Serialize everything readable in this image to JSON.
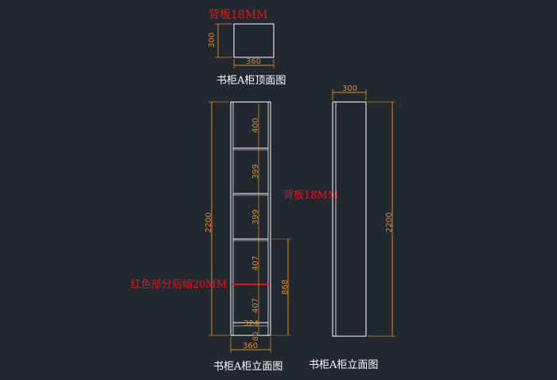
{
  "annotations": {
    "top_back_panel": "背板18MM",
    "front_back_panel": "背板18MM",
    "red_inset": "红色部分后缩20MM"
  },
  "titles": {
    "top_view": "书柜A柜顶面图",
    "front_view": "书柜A柜立面图",
    "side_view": "书柜A柜立面图"
  },
  "dimensions": {
    "top_depth": "300",
    "top_width": "360",
    "front_total_height": "2200",
    "front_width": "360",
    "shelf_1": "400",
    "shelf_2": "399",
    "shelf_3": "399",
    "shelf_4": "407",
    "shelf_5": "407",
    "bottom_gap": "324",
    "plinth": "80",
    "door_height": "868",
    "side_depth": "300",
    "side_total_height": "2200"
  },
  "colors": {
    "background": "#212830",
    "line": "#ffffff",
    "dimension": "#d98a2c",
    "annotation": "#e0141a",
    "red_line": "#e0141a"
  }
}
